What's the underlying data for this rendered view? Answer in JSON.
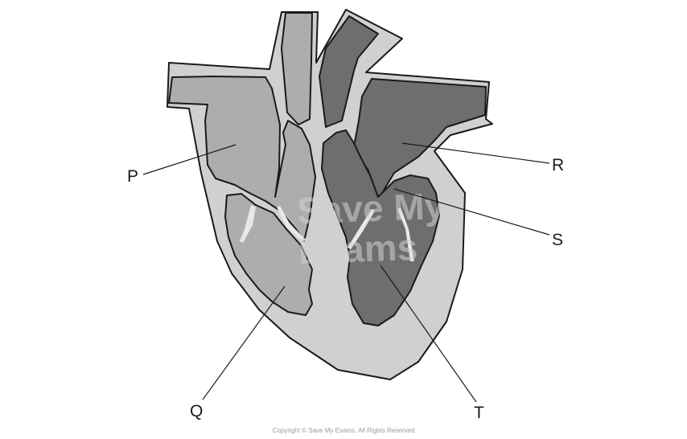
{
  "labels": {
    "p": "P",
    "q": "Q",
    "r": "R",
    "s": "S",
    "t": "T"
  },
  "watermark": {
    "line1": "Save My",
    "line2": "Exams"
  },
  "copyright": "Copyright © Save My Exams. All Rights Reserved",
  "colors": {
    "outer_wall": "#d0d0d0",
    "right_side": "#adadad",
    "left_side": "#6e6e6e",
    "valve": "#e8e8e8",
    "outline": "#1a1a1a"
  }
}
